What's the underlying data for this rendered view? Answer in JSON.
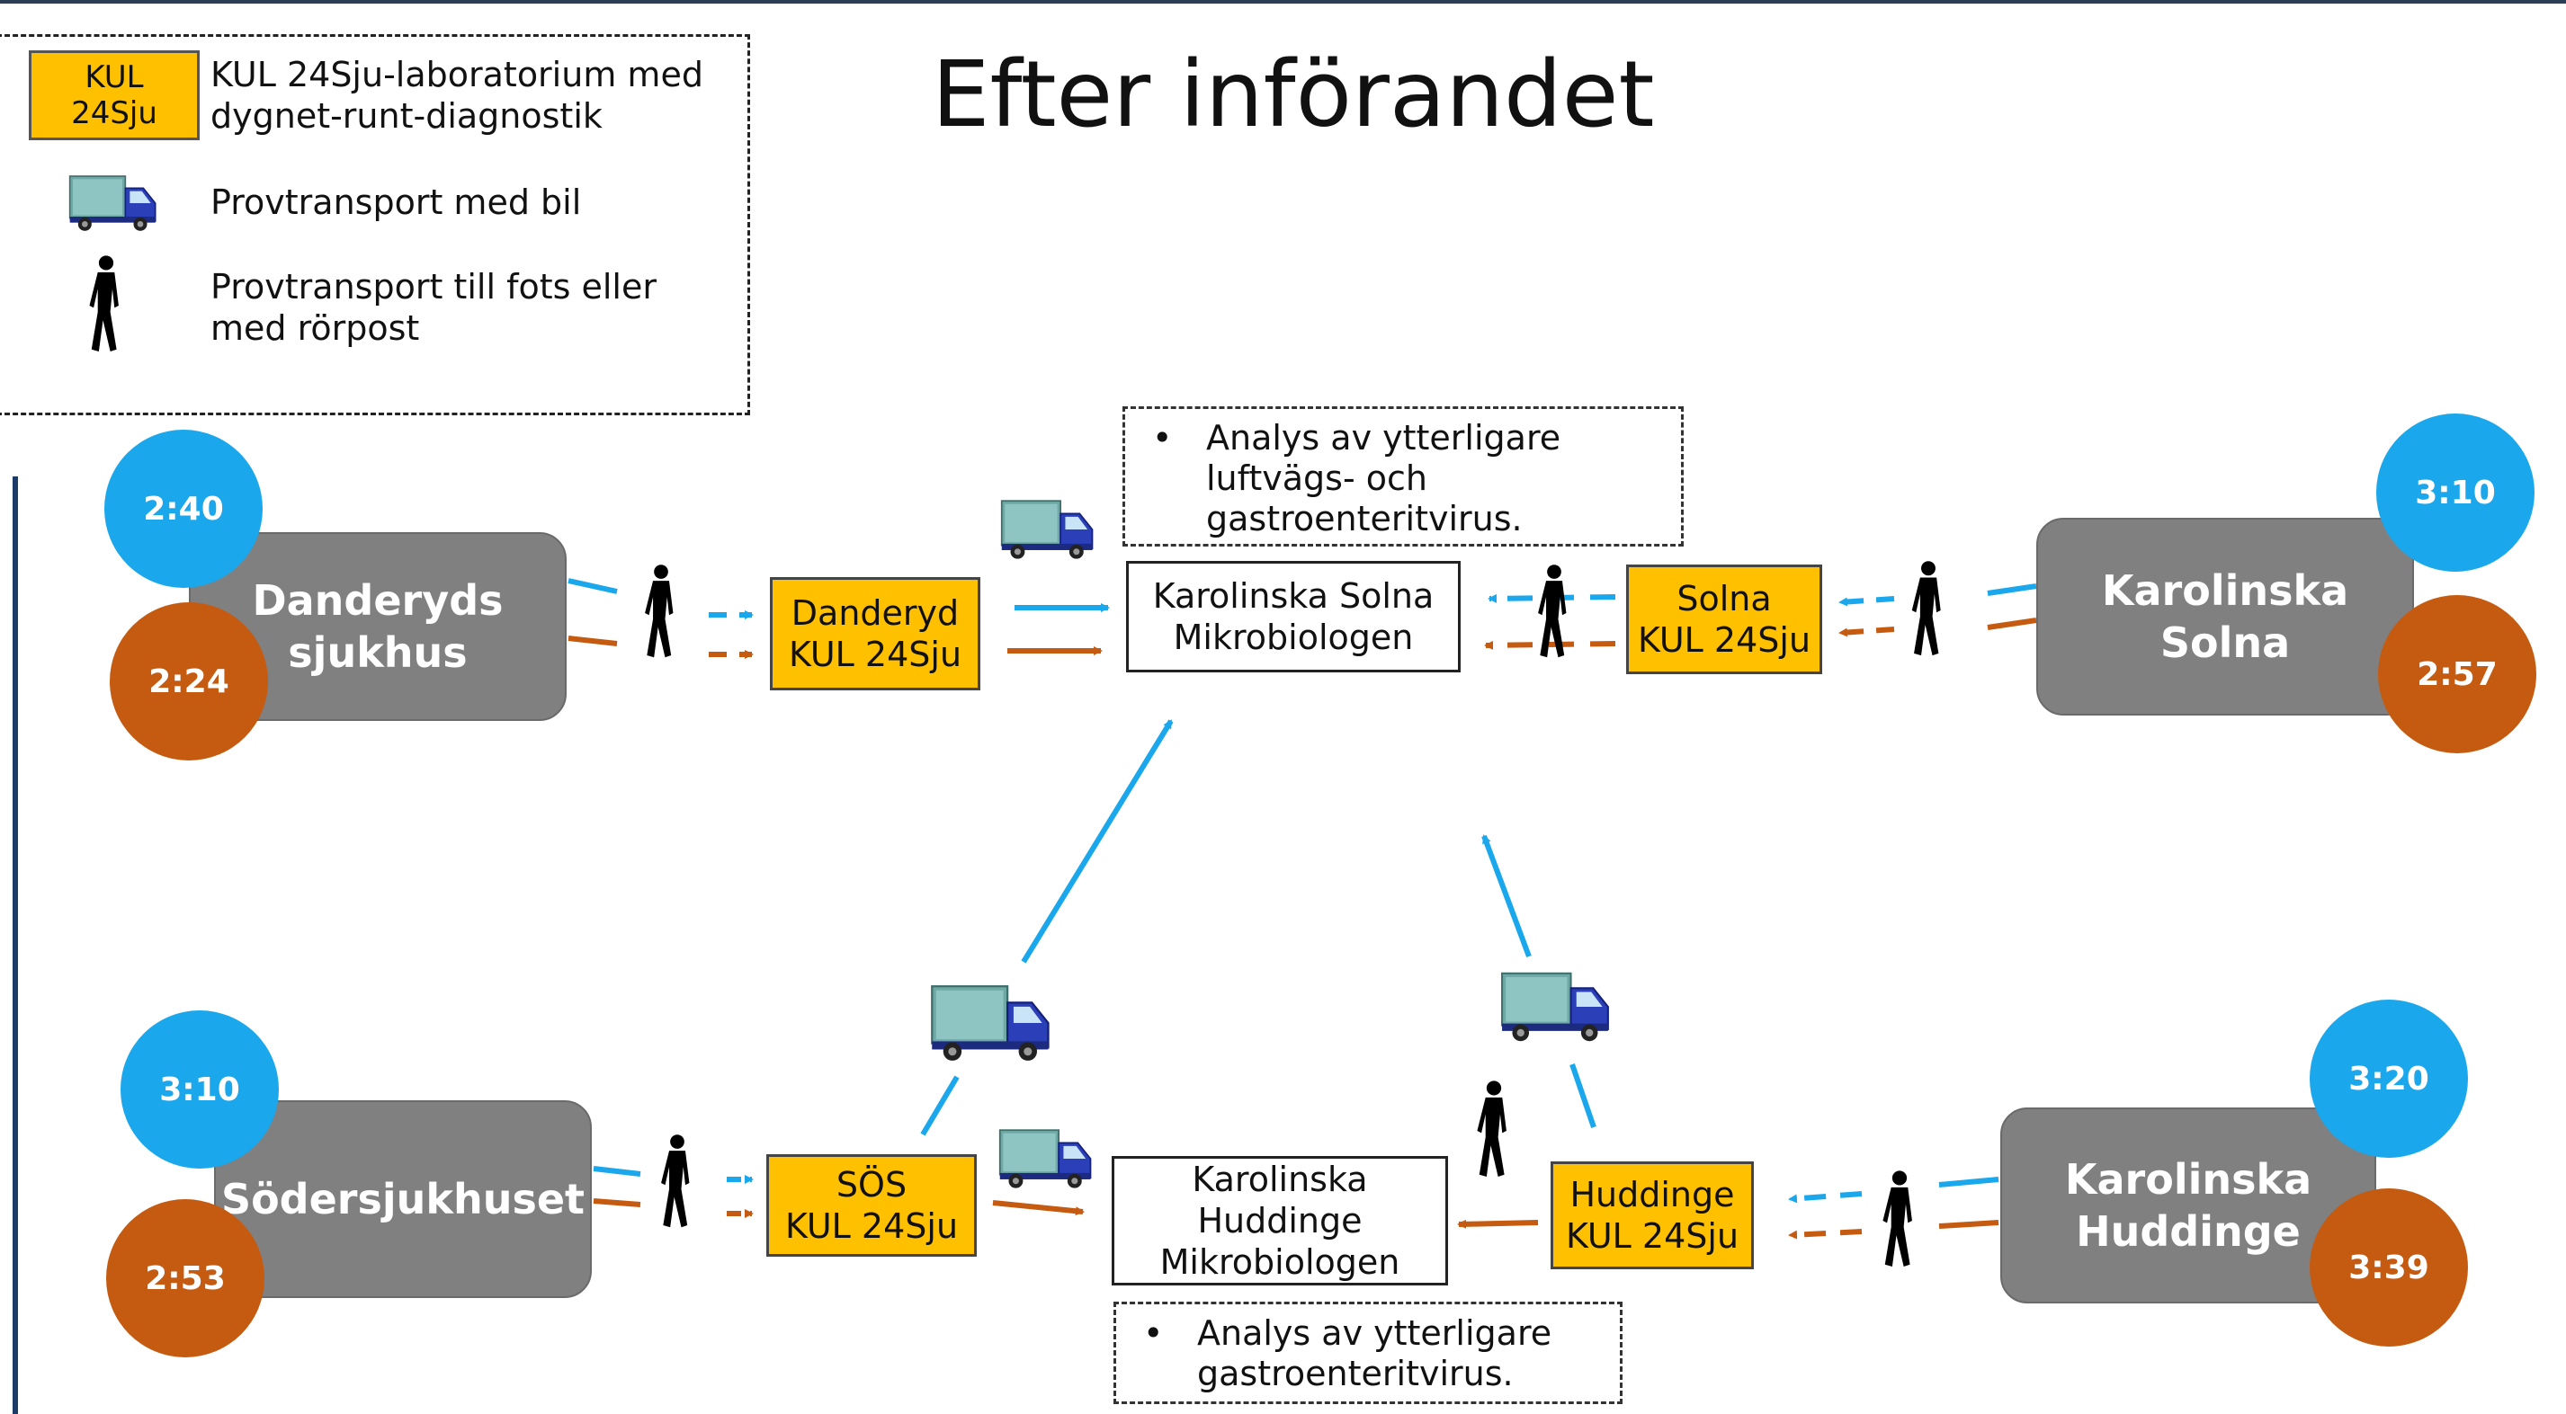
{
  "title": "Efter införandet",
  "legend": {
    "kul_box": "KUL\n24Sju",
    "kul_text": "KUL 24Sju-laboratorium med\ndygnet-runt-diagnostik",
    "truck_text": "Provtransport med bil",
    "walk_text": "Provtransport till fots eller\nmed rörpost"
  },
  "hospitals": {
    "danderyd": {
      "name": "Danderyds\nsjukhus",
      "blue_time": "2:40",
      "orange_time": "2:24"
    },
    "solna": {
      "name": "Karolinska\nSolna",
      "blue_time": "3:10",
      "orange_time": "2:57"
    },
    "sos": {
      "name": "Södersjukhuset",
      "blue_time": "3:10",
      "orange_time": "2:53"
    },
    "huddinge": {
      "name": "Karolinska\nHuddinge",
      "blue_time": "3:20",
      "orange_time": "3:39"
    }
  },
  "kul_labs": {
    "danderyd": "Danderyd\nKUL 24Sju",
    "solna": "Solna\nKUL 24Sju",
    "sos": "SÖS\nKUL 24Sju",
    "huddinge": "Huddinge\nKUL 24Sju"
  },
  "micro_labs": {
    "solna": "Karolinska Solna\nMikrobiologen",
    "huddinge": "Karolinska\nHuddinge\nMikrobiologen"
  },
  "notes": {
    "bullet": "•",
    "solna": "Analys av ytterligare\nluftvägs- och\ngastroenteritvirus.",
    "huddinge": "Analys av ytterligare\ngastroenteritvirus."
  },
  "colors": {
    "blue": "#1aa7ec",
    "orange": "#c55a11",
    "kul_yellow": "#ffc000",
    "hospital_gray": "#808080"
  },
  "icons": {
    "truck": "truck-icon",
    "walker": "walking-person-icon"
  }
}
